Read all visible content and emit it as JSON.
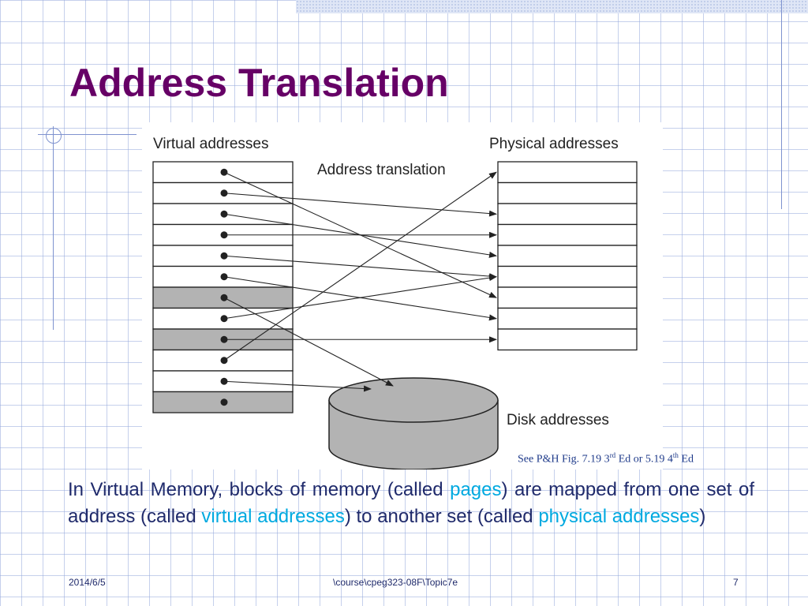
{
  "slide": {
    "title": "Address Translation",
    "diagram": {
      "virtual_label": "Virtual addresses",
      "physical_label": "Physical addresses",
      "translation_label": "Address translation",
      "disk_label": "Disk addresses",
      "virtual_rows": [
        {
          "shaded": false
        },
        {
          "shaded": false
        },
        {
          "shaded": false
        },
        {
          "shaded": false
        },
        {
          "shaded": false
        },
        {
          "shaded": false
        },
        {
          "shaded": true
        },
        {
          "shaded": false
        },
        {
          "shaded": true
        },
        {
          "shaded": false
        },
        {
          "shaded": false
        },
        {
          "shaded": true
        }
      ],
      "physical_row_count": 9,
      "mappings": [
        {
          "from": 0,
          "to": 6
        },
        {
          "from": 1,
          "to": 2
        },
        {
          "from": 2,
          "to": 4
        },
        {
          "from": 3,
          "to": 3
        },
        {
          "from": 4,
          "to": 5
        },
        {
          "from": 5,
          "to": 7
        },
        {
          "from": 6,
          "to": "disk"
        },
        {
          "from": 7,
          "to": 5
        },
        {
          "from": 8,
          "to": 8
        },
        {
          "from": 9,
          "to": 0
        },
        {
          "from": 10,
          "to": "disk"
        }
      ]
    },
    "caption": {
      "prefix": "See P&H Fig. 7.19 3",
      "sup1": "rd",
      "middle": " Ed or 5.19 4",
      "sup2": "th",
      "suffix": " Ed"
    },
    "body": {
      "p1": "In Virtual Memory, blocks of memory (called ",
      "pages": "pages",
      "p2": ") are mapped from one set of address (called ",
      "virtual": "virtual addresses",
      "p3": ") to another set (called ",
      "physical": "physical addresses",
      "p4": ")"
    },
    "footer": {
      "date": "2014/6/5",
      "path": "\\course\\cpeg323-08F\\Topic7e",
      "page": "7"
    }
  },
  "colors": {
    "title": "#660066",
    "body_text": "#1f2a6b",
    "highlight": "#00a9e0",
    "shaded_cell": "#b3b3b3",
    "grid": "#96aadc"
  }
}
